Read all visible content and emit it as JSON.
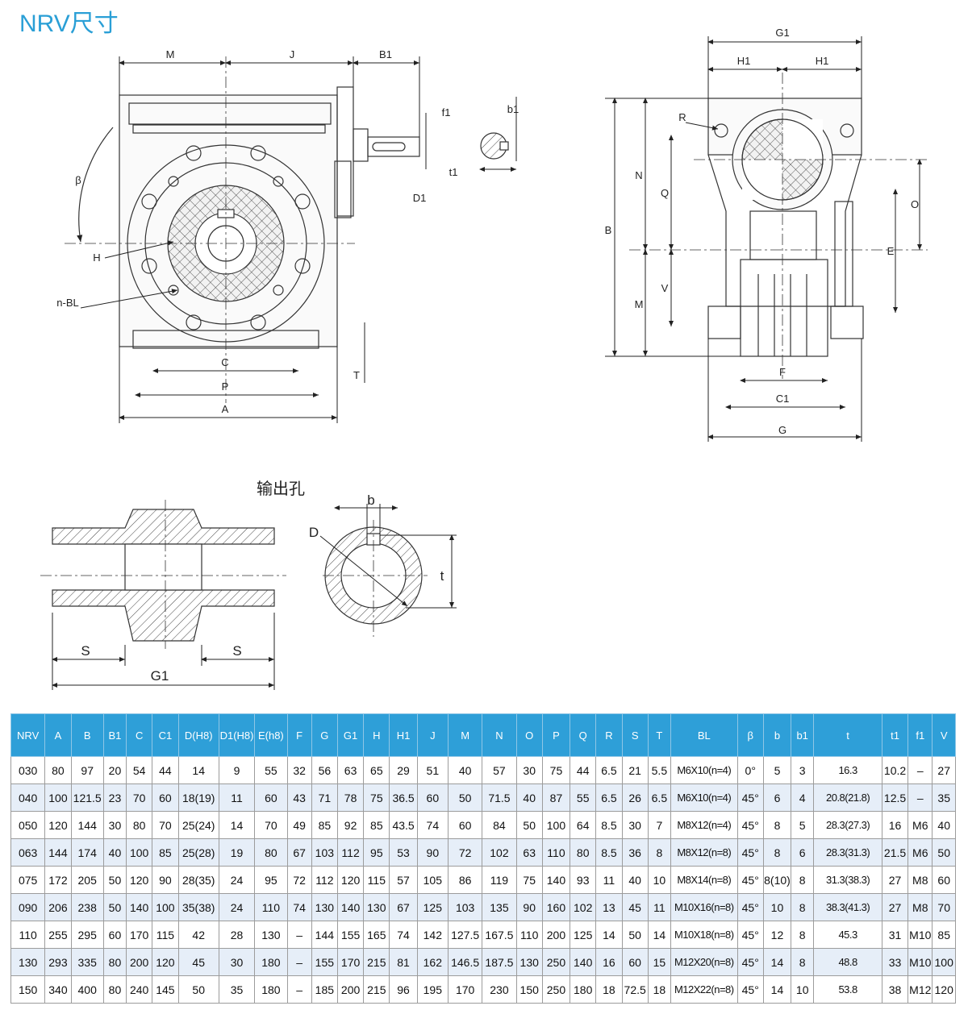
{
  "title": "NRV尺寸",
  "section_label": "输出孔",
  "drawing_labels": {
    "front": [
      "M",
      "J",
      "B1",
      "f1",
      "b1",
      "t1",
      "D1",
      "β",
      "H",
      "n-BL",
      "C",
      "P",
      "A",
      "T"
    ],
    "side": [
      "G1",
      "H1",
      "H1",
      "R",
      "N",
      "Q",
      "B",
      "O",
      "E",
      "V",
      "M",
      "F",
      "C1",
      "G"
    ],
    "bore": [
      "D",
      "b",
      "t",
      "S",
      "S",
      "G1"
    ]
  },
  "table": {
    "headers": [
      "NRV",
      "A",
      "B",
      "B1",
      "C",
      "C1",
      "D(H8)",
      "D1(H8)",
      "E(h8)",
      "F",
      "G",
      "G1",
      "H",
      "H1",
      "J",
      "M",
      "N",
      "O",
      "P",
      "Q",
      "R",
      "S",
      "T",
      "BL",
      "β",
      "b",
      "b1",
      "t",
      "t1",
      "f1",
      "V"
    ],
    "rows": [
      [
        "030",
        "80",
        "97",
        "20",
        "54",
        "44",
        "14",
        "9",
        "55",
        "32",
        "56",
        "63",
        "65",
        "29",
        "51",
        "40",
        "57",
        "30",
        "75",
        "44",
        "6.5",
        "21",
        "5.5",
        "M6X10(n=4)",
        "0°",
        "5",
        "3",
        "16.3",
        "10.2",
        "–",
        "27"
      ],
      [
        "040",
        "100",
        "121.5",
        "23",
        "70",
        "60",
        "18(19)",
        "11",
        "60",
        "43",
        "71",
        "78",
        "75",
        "36.5",
        "60",
        "50",
        "71.5",
        "40",
        "87",
        "55",
        "6.5",
        "26",
        "6.5",
        "M6X10(n=4)",
        "45°",
        "6",
        "4",
        "20.8(21.8)",
        "12.5",
        "–",
        "35"
      ],
      [
        "050",
        "120",
        "144",
        "30",
        "80",
        "70",
        "25(24)",
        "14",
        "70",
        "49",
        "85",
        "92",
        "85",
        "43.5",
        "74",
        "60",
        "84",
        "50",
        "100",
        "64",
        "8.5",
        "30",
        "7",
        "M8X12(n=4)",
        "45°",
        "8",
        "5",
        "28.3(27.3)",
        "16",
        "M6",
        "40"
      ],
      [
        "063",
        "144",
        "174",
        "40",
        "100",
        "85",
        "25(28)",
        "19",
        "80",
        "67",
        "103",
        "112",
        "95",
        "53",
        "90",
        "72",
        "102",
        "63",
        "110",
        "80",
        "8.5",
        "36",
        "8",
        "M8X12(n=8)",
        "45°",
        "8",
        "6",
        "28.3(31.3)",
        "21.5",
        "M6",
        "50"
      ],
      [
        "075",
        "172",
        "205",
        "50",
        "120",
        "90",
        "28(35)",
        "24",
        "95",
        "72",
        "112",
        "120",
        "115",
        "57",
        "105",
        "86",
        "119",
        "75",
        "140",
        "93",
        "11",
        "40",
        "10",
        "M8X14(n=8)",
        "45°",
        "8(10)",
        "8",
        "31.3(38.3)",
        "27",
        "M8",
        "60"
      ],
      [
        "090",
        "206",
        "238",
        "50",
        "140",
        "100",
        "35(38)",
        "24",
        "110",
        "74",
        "130",
        "140",
        "130",
        "67",
        "125",
        "103",
        "135",
        "90",
        "160",
        "102",
        "13",
        "45",
        "11",
        "M10X16(n=8)",
        "45°",
        "10",
        "8",
        "38.3(41.3)",
        "27",
        "M8",
        "70"
      ],
      [
        "110",
        "255",
        "295",
        "60",
        "170",
        "115",
        "42",
        "28",
        "130",
        "–",
        "144",
        "155",
        "165",
        "74",
        "142",
        "127.5",
        "167.5",
        "110",
        "200",
        "125",
        "14",
        "50",
        "14",
        "M10X18(n=8)",
        "45°",
        "12",
        "8",
        "45.3",
        "31",
        "M10",
        "85"
      ],
      [
        "130",
        "293",
        "335",
        "80",
        "200",
        "120",
        "45",
        "30",
        "180",
        "–",
        "155",
        "170",
        "215",
        "81",
        "162",
        "146.5",
        "187.5",
        "130",
        "250",
        "140",
        "16",
        "60",
        "15",
        "M12X20(n=8)",
        "45°",
        "14",
        "8",
        "48.8",
        "33",
        "M10",
        "100"
      ],
      [
        "150",
        "340",
        "400",
        "80",
        "240",
        "145",
        "50",
        "35",
        "180",
        "–",
        "185",
        "200",
        "215",
        "96",
        "195",
        "170",
        "230",
        "150",
        "250",
        "180",
        "18",
        "72.5",
        "18",
        "M12X22(n=8)",
        "45°",
        "14",
        "10",
        "53.8",
        "38",
        "M12",
        "120"
      ]
    ]
  }
}
